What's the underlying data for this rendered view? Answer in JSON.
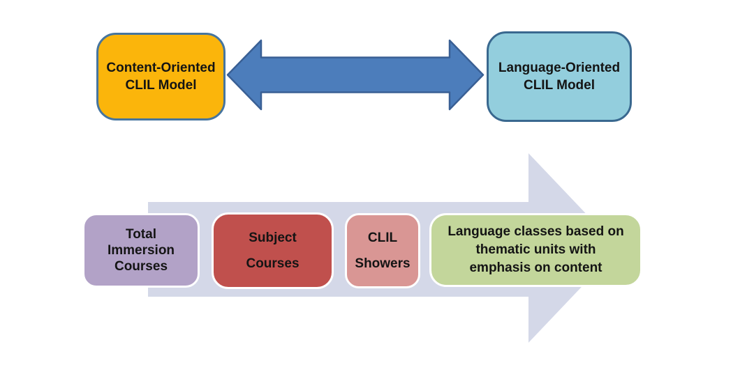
{
  "top_row": {
    "content_box": {
      "label": "Content-Oriented\nCLIL Model",
      "fill": "#FBB50B",
      "border": "#46759F"
    },
    "language_box": {
      "label": "Language-Oriented\nCLIL Model",
      "fill": "#93CEDD",
      "border": "#39688F"
    },
    "connector": {
      "type": "double-headed-arrow",
      "fill": "#4C7DBB",
      "border": "#395F94"
    }
  },
  "continuum": {
    "arrow": {
      "type": "right-block-arrow",
      "fill": "#D4D8E8"
    },
    "items": [
      {
        "label": "Total\nImmersion\nCourses",
        "fill": "#B2A2C7"
      },
      {
        "label": "Subject\nCourses",
        "fill": "#C0504D"
      },
      {
        "label": "CLIL\nShowers",
        "fill": "#D99694"
      },
      {
        "label": "Language classes based on\nthematic units with\nemphasis on content",
        "fill": "#C3D69B"
      }
    ]
  },
  "text_color": "#141414",
  "background_color": "#ffffff"
}
